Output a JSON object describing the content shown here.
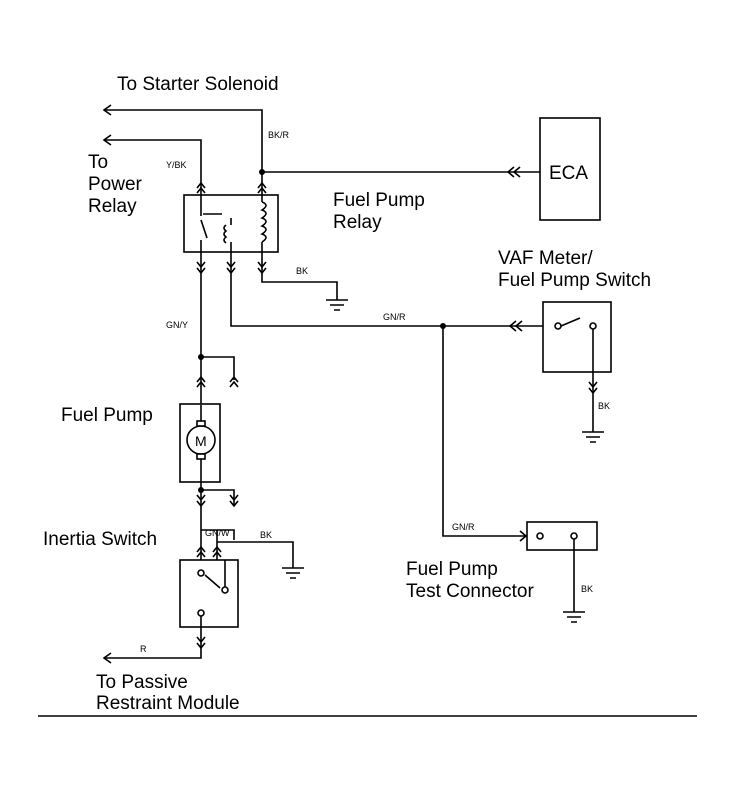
{
  "labels": {
    "starter": "To Starter Solenoid",
    "power_relay": [
      "To",
      "Power",
      "Relay"
    ],
    "fuel_pump_relay": [
      "Fuel Pump",
      "Relay"
    ],
    "eca": "ECA",
    "vaf": [
      "VAF Meter/",
      "Fuel Pump Switch"
    ],
    "fuel_pump": "Fuel Pump",
    "inertia_switch": "Inertia Switch",
    "test_connector": [
      "Fuel Pump",
      "Test Connector"
    ],
    "passive_restraint": [
      "To Passive",
      "Restraint Module"
    ],
    "motor": "M"
  },
  "wires": {
    "bk_r": "BK/R",
    "y_bk": "Y/BK",
    "bk_relay": "BK",
    "gn_r_top": "GN/R",
    "gn_y": "GN/Y",
    "bk_vaf": "BK",
    "gn_w": "GN/W",
    "bk_inertia": "BK",
    "gn_r_bottom": "GN/R",
    "bk_test": "BK",
    "r": "R"
  }
}
